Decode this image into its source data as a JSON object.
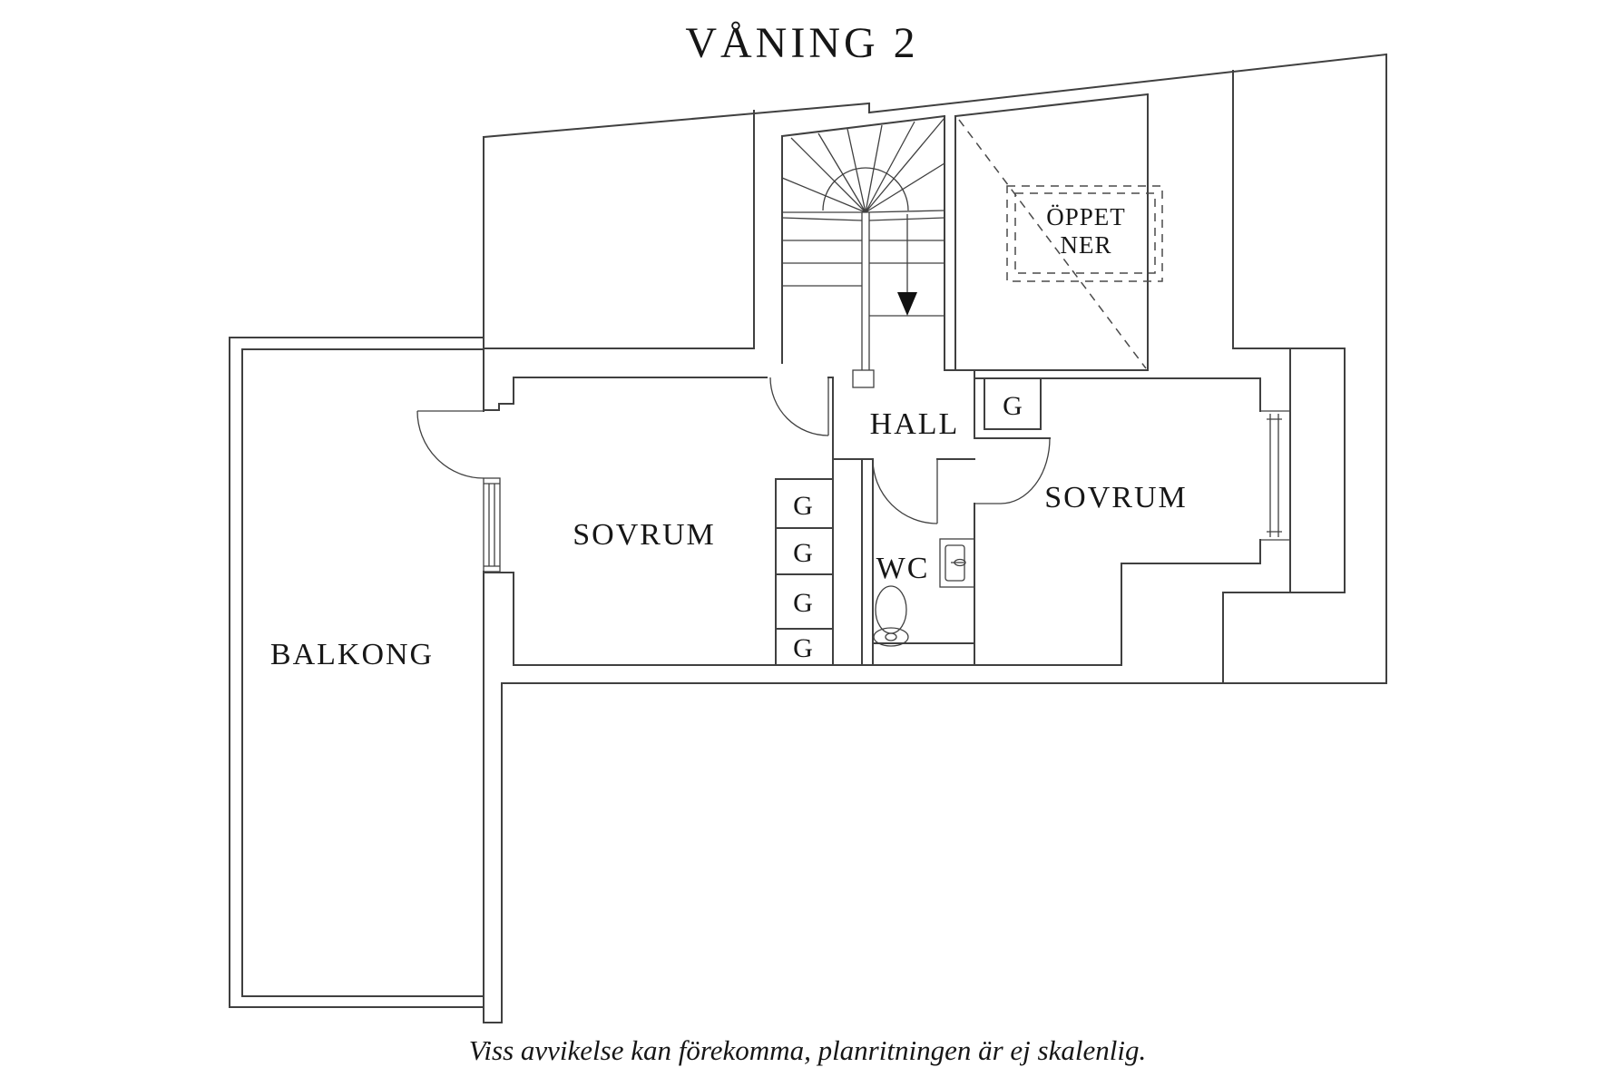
{
  "title": "VÅNING 2",
  "footer": "Viss avvikelse kan förekomma, planritningen är ej skalenlig.",
  "rooms": {
    "balcony": "BALKONG",
    "bedroom_left": "SOVRUM",
    "bedroom_right": "SOVRUM",
    "hall": "HALL",
    "wc": "WC",
    "open_below_line1": "ÖPPET",
    "open_below_line2": "NER",
    "wardrobe": "G"
  },
  "icons": {
    "down_arrow": "stair-direction-down-arrow"
  },
  "colors": {
    "background": "#ffffff",
    "line": "#404040",
    "text": "#161616"
  }
}
